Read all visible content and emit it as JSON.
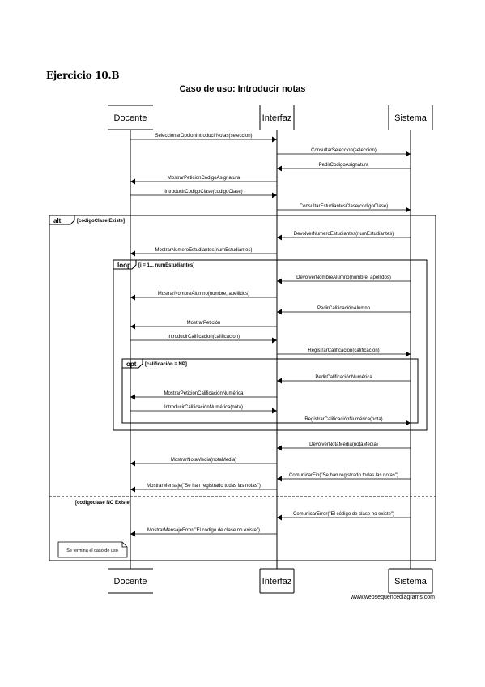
{
  "heading": "Ejercicio 10.B",
  "title": "Caso de uso: Introducir notas",
  "credit": "www.websequencediagrams.com",
  "participants": [
    "Docente",
    "Interfaz",
    "Sistema"
  ],
  "messages": [
    {
      "from": 0,
      "to": 1,
      "text": "SeleccionarOpcionIntroducirNotas(seleccion)"
    },
    {
      "from": 1,
      "to": 2,
      "text": "ConsultarSeleccion(seleccion)"
    },
    {
      "from": 2,
      "to": 1,
      "text": "PedirCodigoAsignatura"
    },
    {
      "from": 1,
      "to": 0,
      "text": "MostrarPeticionCodigoAsignatura"
    },
    {
      "from": 0,
      "to": 1,
      "text": "IntroducirCodigoClase(codigoClase)"
    },
    {
      "from": 1,
      "to": 2,
      "text": "ConsultarEstudiantesClase(codigoClase)"
    },
    {
      "from": 2,
      "to": 1,
      "text": "DevolverNumeroEstudiantes(numEstudiantes)"
    },
    {
      "from": 1,
      "to": 0,
      "text": "MostrarNumeroEstudiantes(numEstudiantes)"
    },
    {
      "from": 2,
      "to": 1,
      "text": "DevolverNombreAlumno(nombre, apellidos)"
    },
    {
      "from": 1,
      "to": 0,
      "text": "MostrarNombreAlumno(nombre, apellidos)"
    },
    {
      "from": 2,
      "to": 1,
      "text": "PedirCalificaciónAlumno"
    },
    {
      "from": 1,
      "to": 0,
      "text": "MostrarPetición"
    },
    {
      "from": 0,
      "to": 1,
      "text": "IntroducirCalificacion(calificacion)"
    },
    {
      "from": 1,
      "to": 2,
      "text": "RegistrarCalificacion(calificacion)"
    },
    {
      "from": 2,
      "to": 1,
      "text": "PedirCalificaciónNumérica"
    },
    {
      "from": 1,
      "to": 0,
      "text": "MostrarPeticiónCalificaciónNumérica"
    },
    {
      "from": 0,
      "to": 1,
      "text": "IntroducirCalificaciónNumérica(nota)"
    },
    {
      "from": 1,
      "to": 2,
      "text": "RegistrarCalificaciónNumérica(nota)"
    },
    {
      "from": 2,
      "to": 1,
      "text": "DevolverNotaMedia(notaMedia)"
    },
    {
      "from": 1,
      "to": 0,
      "text": "MostrarNotaMedia(notaMedia)"
    },
    {
      "from": 2,
      "to": 1,
      "text": "ComunicarFin(\"Se han registrado todas las notas\")"
    },
    {
      "from": 1,
      "to": 0,
      "text": "MostrarMensaje(\"Se han registrado todas las notas\")"
    },
    {
      "from": 2,
      "to": 1,
      "text": "ComunicarError(\"El código de clase no existe\")"
    },
    {
      "from": 1,
      "to": 0,
      "text": "MostrarMensajeError(\"El código de clase no existe\")"
    }
  ],
  "fragments": [
    {
      "keyword": "alt",
      "guard": "[codigoClase Existe]",
      "else_guard": "[codigoclase NO Existe]"
    },
    {
      "keyword": "loop",
      "guard": "[i = 1... numEstudiantes]"
    },
    {
      "keyword": "opt",
      "guard": "[calificación = NP]"
    }
  ],
  "note": "Se termina el caso de uso"
}
